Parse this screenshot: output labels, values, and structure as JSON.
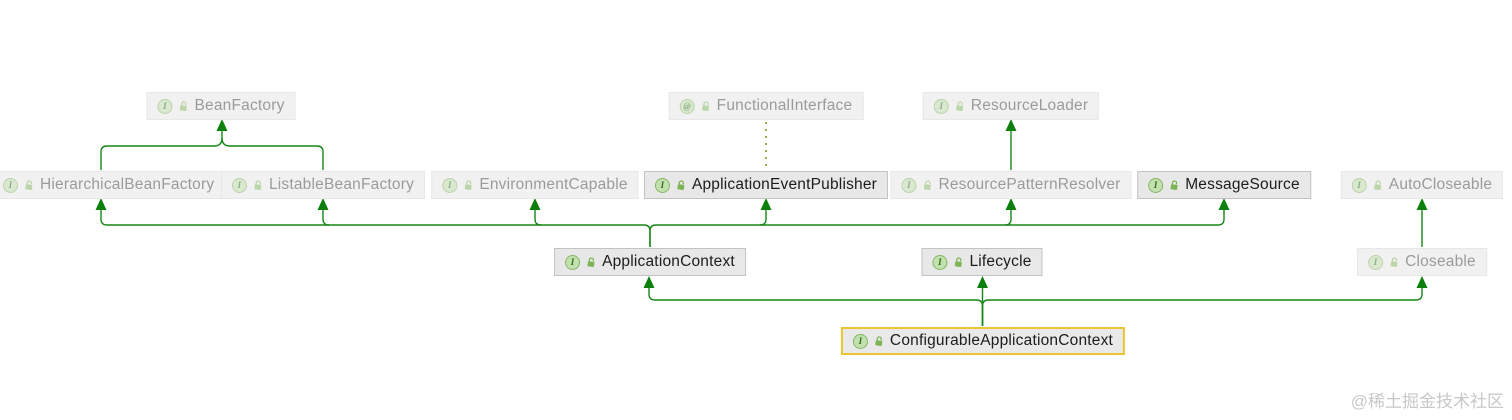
{
  "watermark": "@稀土掘金技术社区",
  "glyphs": {
    "interface": "I",
    "annotation": "@"
  },
  "colors": {
    "edge_green": "#168616",
    "arrow_green": "#0d7f0d",
    "annotation_dotted": "#86a83e",
    "selection_border": "#edc530"
  },
  "nodes": {
    "beanFactory": {
      "label": "BeanFactory",
      "kind": "interface",
      "state": "dimmed"
    },
    "functionalInterface": {
      "label": "FunctionalInterface",
      "kind": "annotation",
      "state": "dimmed"
    },
    "resourceLoader": {
      "label": "ResourceLoader",
      "kind": "interface",
      "state": "dimmed"
    },
    "hierarchicalBeanFactory": {
      "label": "HierarchicalBeanFactory",
      "kind": "interface",
      "state": "dimmed"
    },
    "listableBeanFactory": {
      "label": "ListableBeanFactory",
      "kind": "interface",
      "state": "dimmed"
    },
    "environmentCapable": {
      "label": "EnvironmentCapable",
      "kind": "interface",
      "state": "dimmed"
    },
    "applicationEventPublisher": {
      "label": "ApplicationEventPublisher",
      "kind": "interface",
      "state": "active"
    },
    "resourcePatternResolver": {
      "label": "ResourcePatternResolver",
      "kind": "interface",
      "state": "dimmed"
    },
    "messageSource": {
      "label": "MessageSource",
      "kind": "interface",
      "state": "active"
    },
    "autoCloseable": {
      "label": "AutoCloseable",
      "kind": "interface",
      "state": "dimmed"
    },
    "applicationContext": {
      "label": "ApplicationContext",
      "kind": "interface",
      "state": "active"
    },
    "lifecycle": {
      "label": "Lifecycle",
      "kind": "interface",
      "state": "active"
    },
    "closeable": {
      "label": "Closeable",
      "kind": "interface",
      "state": "dimmed"
    },
    "configurableApplicationContext": {
      "label": "ConfigurableApplicationContext",
      "kind": "interface",
      "state": "selected"
    }
  },
  "edges": [
    {
      "from": "hierarchicalBeanFactory",
      "to": "beanFactory",
      "style": "solid"
    },
    {
      "from": "listableBeanFactory",
      "to": "beanFactory",
      "style": "solid"
    },
    {
      "from": "applicationEventPublisher",
      "to": "functionalInterface",
      "style": "dotted"
    },
    {
      "from": "resourcePatternResolver",
      "to": "resourceLoader",
      "style": "solid"
    },
    {
      "from": "applicationContext",
      "to": "hierarchicalBeanFactory",
      "style": "solid"
    },
    {
      "from": "applicationContext",
      "to": "listableBeanFactory",
      "style": "solid"
    },
    {
      "from": "applicationContext",
      "to": "environmentCapable",
      "style": "solid"
    },
    {
      "from": "applicationContext",
      "to": "applicationEventPublisher",
      "style": "solid"
    },
    {
      "from": "applicationContext",
      "to": "resourcePatternResolver",
      "style": "solid"
    },
    {
      "from": "applicationContext",
      "to": "messageSource",
      "style": "solid"
    },
    {
      "from": "closeable",
      "to": "autoCloseable",
      "style": "solid"
    },
    {
      "from": "configurableApplicationContext",
      "to": "applicationContext",
      "style": "solid"
    },
    {
      "from": "configurableApplicationContext",
      "to": "lifecycle",
      "style": "solid"
    },
    {
      "from": "configurableApplicationContext",
      "to": "closeable",
      "style": "solid"
    }
  ]
}
